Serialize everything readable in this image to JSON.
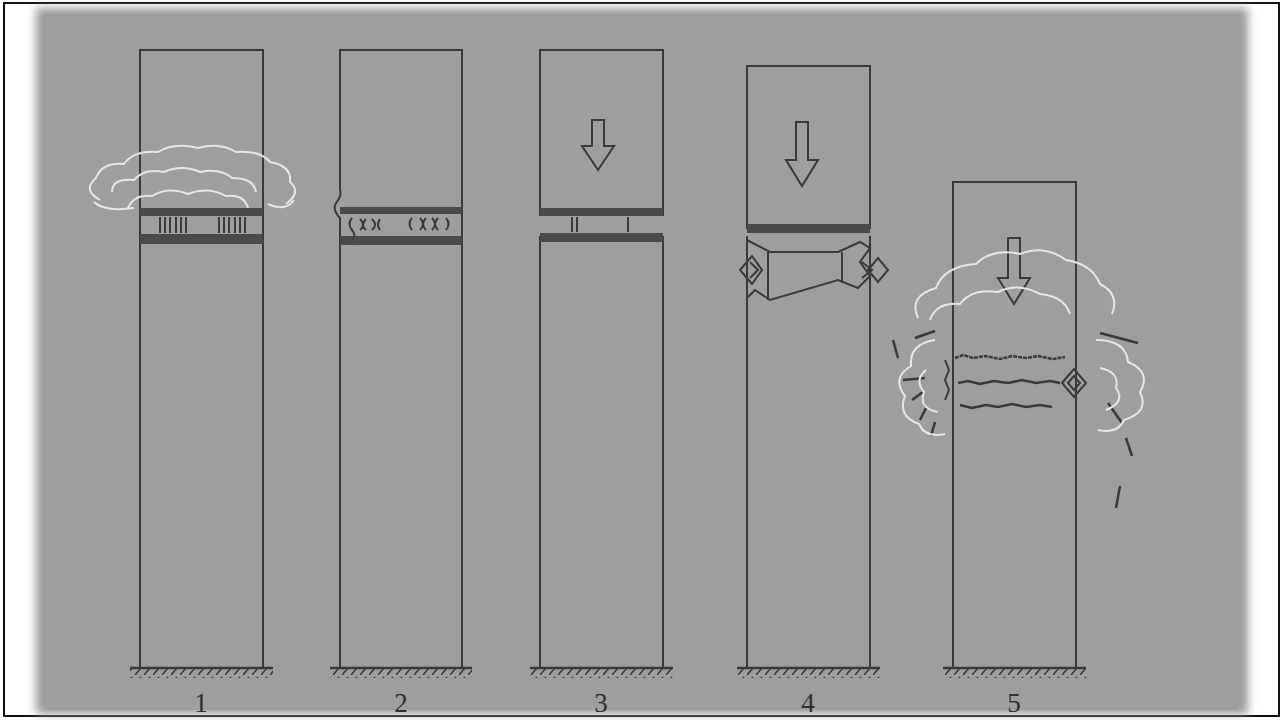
{
  "diagram": {
    "labels": [
      "1",
      "2",
      "3",
      "4",
      "5"
    ]
  }
}
